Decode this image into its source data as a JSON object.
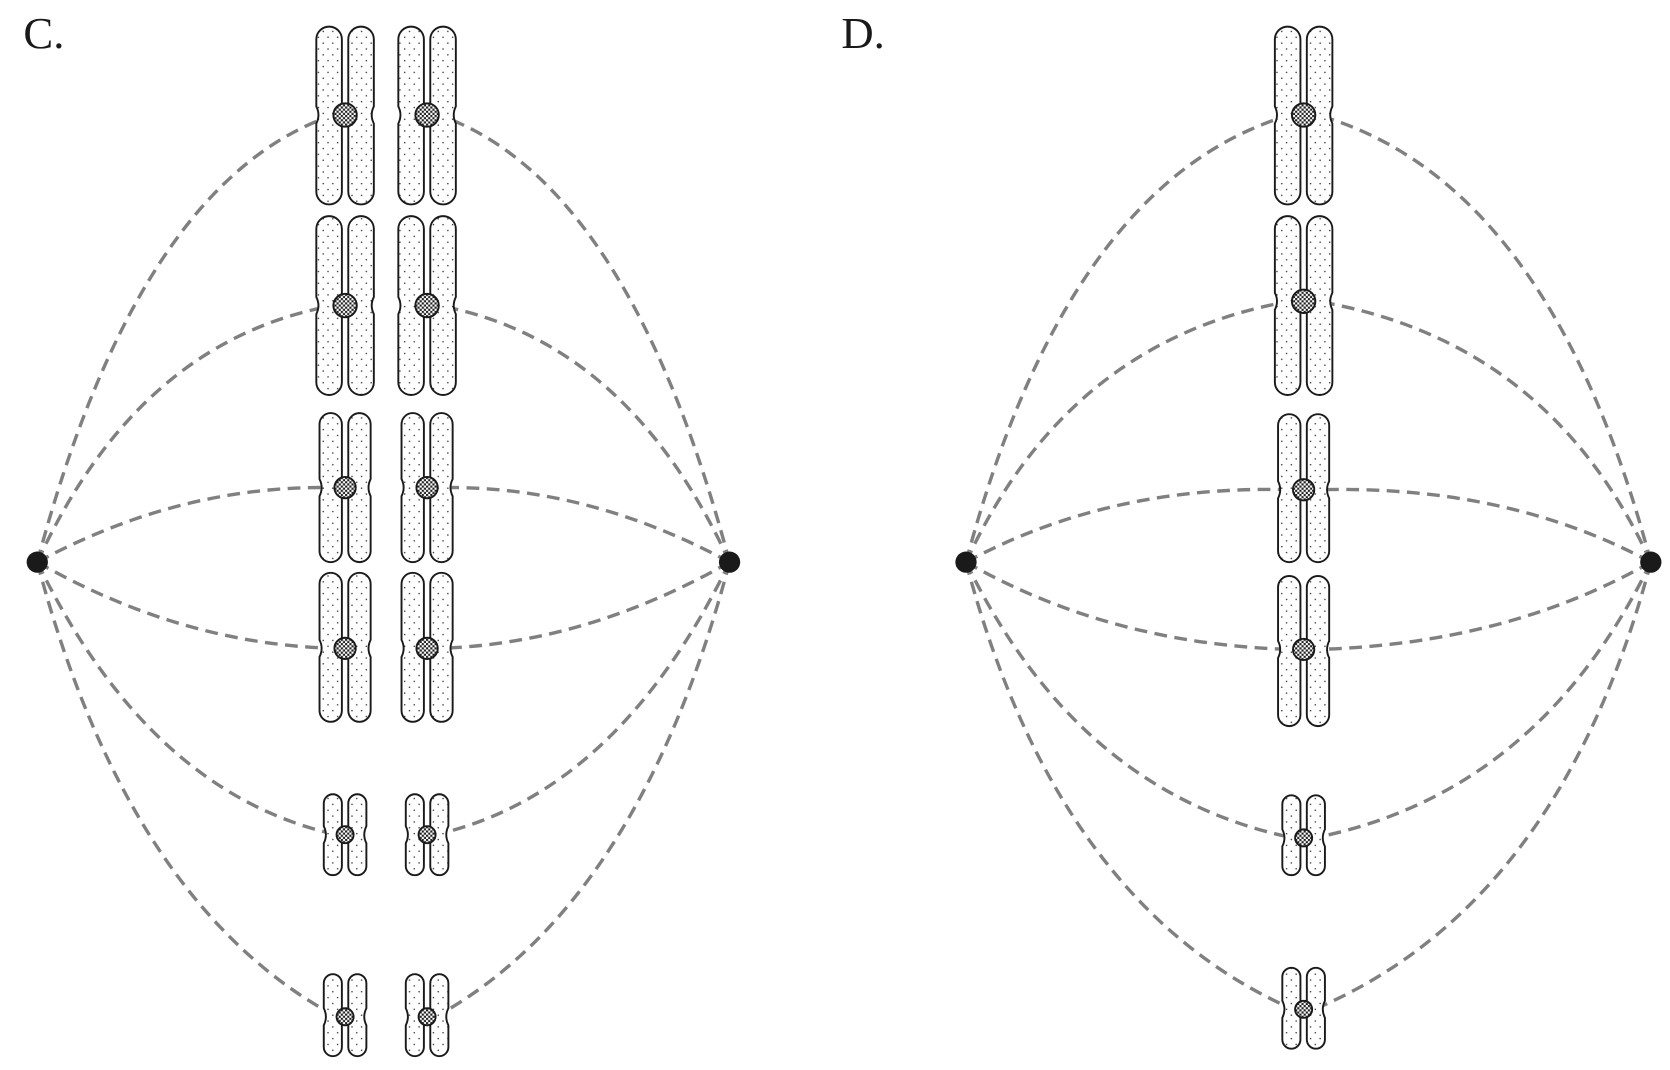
{
  "panels": [
    {
      "label": "C.",
      "chromatids_per_chromosome": 2,
      "chromosome_columns": 2
    },
    {
      "label": "D.",
      "chromatids_per_chromosome": 2,
      "chromosome_columns": 1
    }
  ],
  "colors": {
    "spindle": "#808080",
    "pole": "#1a1a1a",
    "outline": "#1a1a1a",
    "fill": "#ffffff"
  }
}
